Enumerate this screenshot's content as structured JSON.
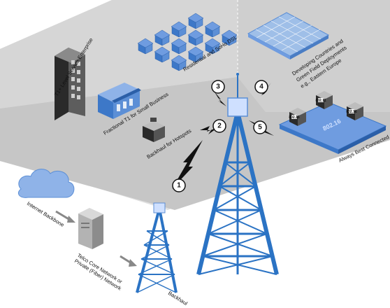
{
  "labels": {
    "t1_enterprise": "T1+ Level Service Enterprise",
    "residential": "Residential and SoHo DSL",
    "developing": "Developing Countries and",
    "greenfield": "Green Field Deployments",
    "eastern_europe": "e.g., Eastern Europe",
    "fractional_t1": "Fractional T1 for Small Business",
    "backhaul_hotspots": "Backhaul for Hotspots",
    "always_best": "Always Best Connected",
    "internet_backbone": "Internet Backbone",
    "telco_core_1": "Telco Core Network or",
    "telco_core_2": "Private (Fiber) Network",
    "backhaul": "Backhaul"
  },
  "callouts": [
    "1",
    "2",
    "3",
    "4",
    "5"
  ],
  "devices": {
    "left": "802.16",
    "mid": "802.11",
    "right": "802.16",
    "platform": "802.16"
  },
  "colors": {
    "tower": "#2b73c4",
    "ground": "#c9c9c9",
    "ground_light": "#dcdcdc",
    "accent_blue": "#5c8fd6",
    "house_roof": "#6f9ce0"
  }
}
